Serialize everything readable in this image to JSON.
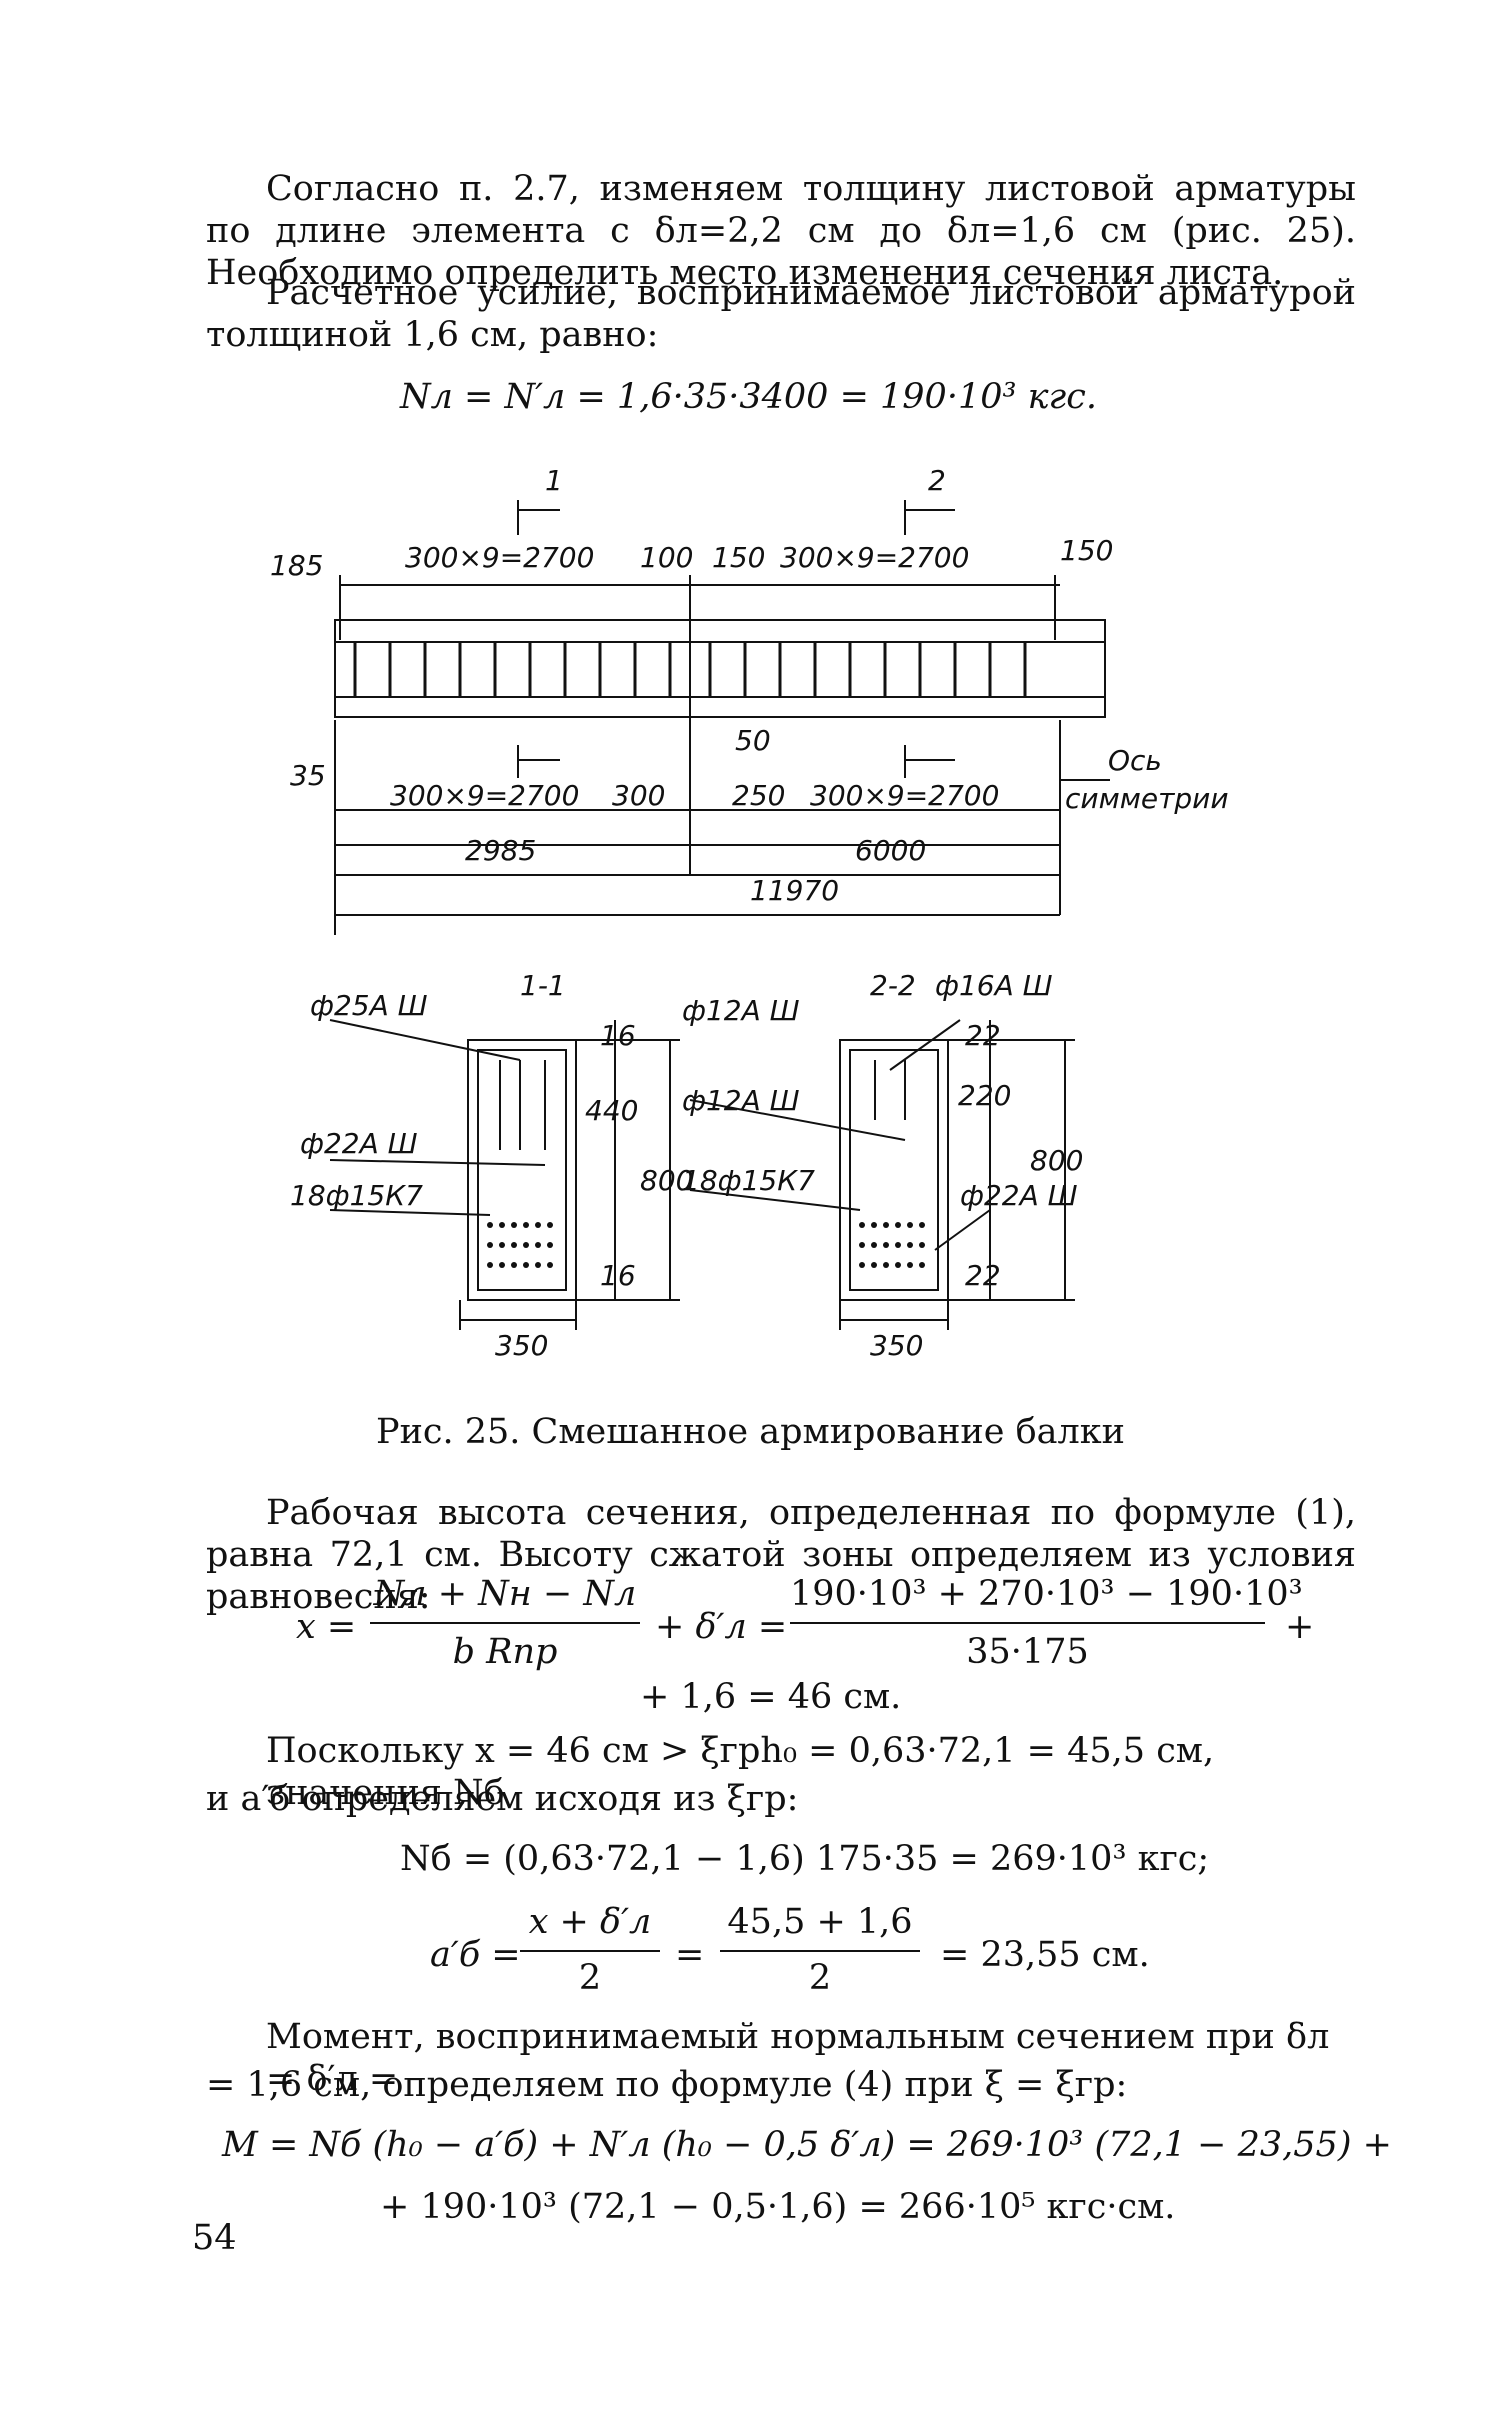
{
  "paragraphs": {
    "p1": "Согласно п. 2.7, изменяем толщину листовой арматуры по длине элемента с δл=2,2 см до δл=1,6 см (рис. 25). Необходимо определить место изменения сечения листа.",
    "p2": "Расчетное усилие, воспринимаемое листовой арматурой толщиной 1,6 см, равно:",
    "eq1": "Nл = N′л = 1,6·35·3400 = 190·10³ кгс.",
    "caption": "Рис. 25. Смешанное армирование балки",
    "p3": "Рабочая высота сечения, определенная по формуле (1), равна 72,1 см. Высоту сжатой зоны определяем из условия равновесия:",
    "eq2_lhs": "x =",
    "eq2_num1": "Nл + Nн − Nл",
    "eq2_den1": "b Rпр",
    "eq2_mid": "+ δ′л =",
    "eq2_num2": "190·10³ + 270·10³ − 190·10³",
    "eq2_den2": "35·175",
    "eq2_plus": "+",
    "eq2_cont": "+ 1,6 = 46 см.",
    "p4a": "Поскольку x = 46 см > ξгрh₀ = 0,63·72,1 = 45,5 см, значения Nб",
    "p4b": "и a′б определяем исходя из ξгр:",
    "eq3": "Nб = (0,63·72,1 − 1,6) 175·35 = 269·10³ кгс;",
    "eq4_lhs": "a′б =",
    "eq4_num1": "x + δ′л",
    "eq4_den1": "2",
    "eq4_eq": "=",
    "eq4_num2": "45,5 + 1,6",
    "eq4_den2": "2",
    "eq4_res": "= 23,55 см.",
    "p5a": "Момент, воспринимаемый нормальным сечением при δл = δ′л =",
    "p5b": "= 1,6 см, определяем по формуле (4) при ξ = ξгр:",
    "eq5a": "M = Nб (h₀ − a′б) + N′л (h₀ − 0,5 δ′л) = 269·10³ (72,1 − 23,55) +",
    "eq5b": "+ 190·10³ (72,1 − 0,5·1,6) = 266·10⁵ кгс·см.",
    "page_number": "54"
  },
  "drawing": {
    "sec1_mark": "1",
    "sec2_mark": "2",
    "dim_185": "185",
    "dim_top1": "300×9=2700",
    "dim_100": "100",
    "dim_150a": "150",
    "dim_top2": "300×9=2700",
    "dim_150b": "150",
    "dim_35": "35",
    "dim_50": "50",
    "dim_bot1": "300×9=2700",
    "dim_300": "300",
    "dim_250": "250",
    "dim_bot2": "300×9=2700",
    "axis_label_1": "Ось",
    "axis_label_2": "симметрии",
    "dim_2985": "2985",
    "dim_6000": "6000",
    "dim_11970": "11970",
    "sec11_title": "1-1",
    "sec22_title": "2-2",
    "s1_bar1": "ф25А Ш",
    "s1_bar2": "ф22А Ш",
    "s1_bar3": "18ф15К7",
    "s1_16a": "16",
    "s1_440": "440",
    "s1_800": "800",
    "s1_16b": "16",
    "s1_350": "350",
    "s2_bar1": "ф12А Ш",
    "s2_bar2": "ф12А Ш",
    "s2_bar3": "18ф15К7",
    "s2_bar4": "ф16А Ш",
    "s2_bar5": "ф22А Ш",
    "s2_22a": "22",
    "s2_220": "220",
    "s2_800": "800",
    "s2_22b": "22",
    "s2_350": "350"
  }
}
